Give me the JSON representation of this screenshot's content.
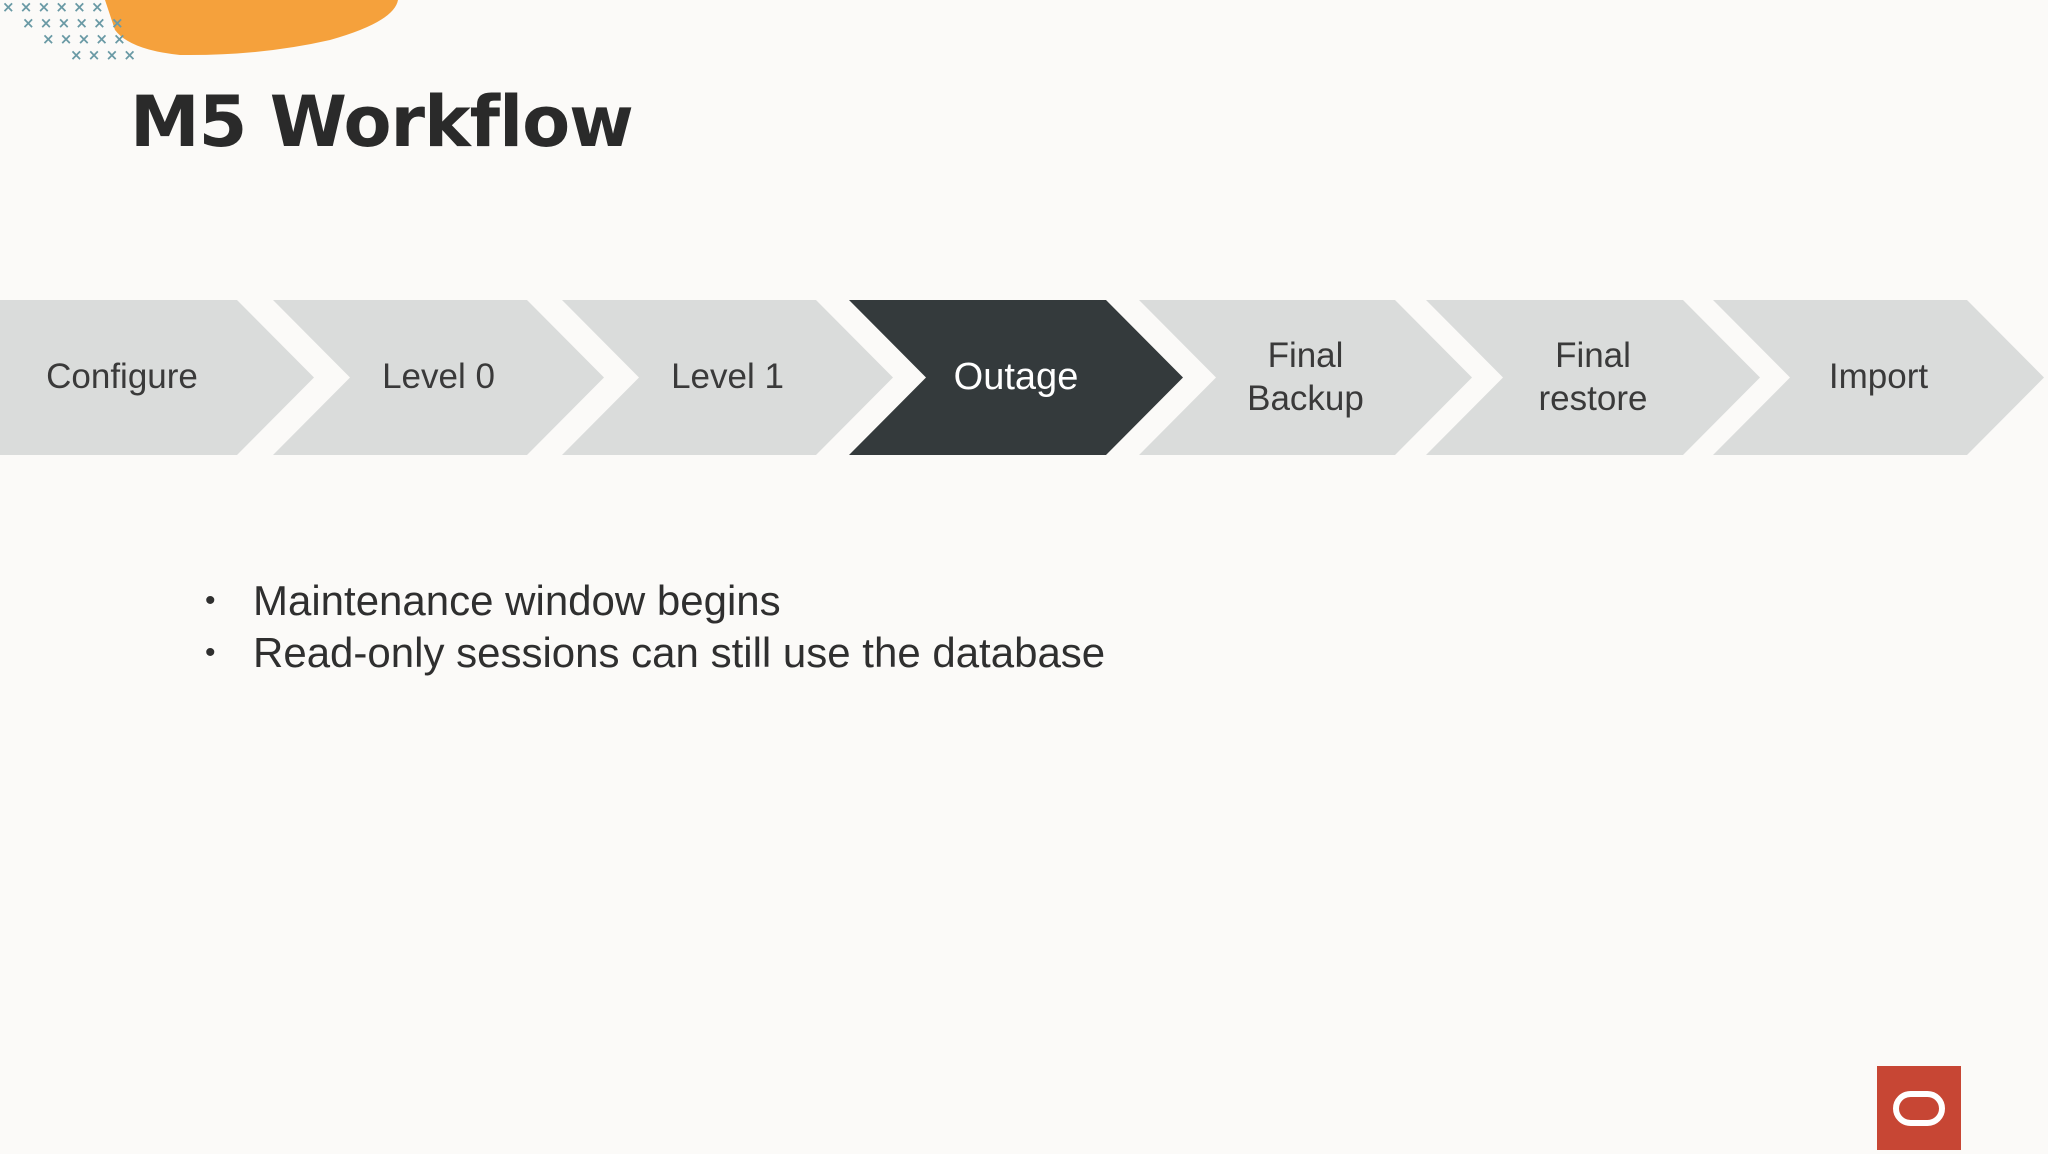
{
  "slide": {
    "title": "M5 Workflow"
  },
  "workflow": {
    "steps": [
      {
        "line1": "Configure",
        "line2": ""
      },
      {
        "line1": "Level 0",
        "line2": ""
      },
      {
        "line1": "Level 1",
        "line2": ""
      },
      {
        "line1": "Outage",
        "line2": ""
      },
      {
        "line1": "Final",
        "line2": "Backup"
      },
      {
        "line1": "Final",
        "line2": "restore"
      },
      {
        "line1": "Import",
        "line2": ""
      }
    ],
    "active_step": "Outage"
  },
  "bullets": [
    "Maintenance window begins",
    "Read-only sessions can still use the database"
  ],
  "colors": {
    "background": "#fbfaf8",
    "step_fill": "#dadcdb",
    "active_fill": "#343a3c",
    "accent_orange": "#f5a13c",
    "accent_teal": "#6a9aa5",
    "logo_red": "#c74634"
  },
  "icons": {
    "logo": "oracle-logo-icon",
    "decoration": "brush-stroke-decoration"
  }
}
